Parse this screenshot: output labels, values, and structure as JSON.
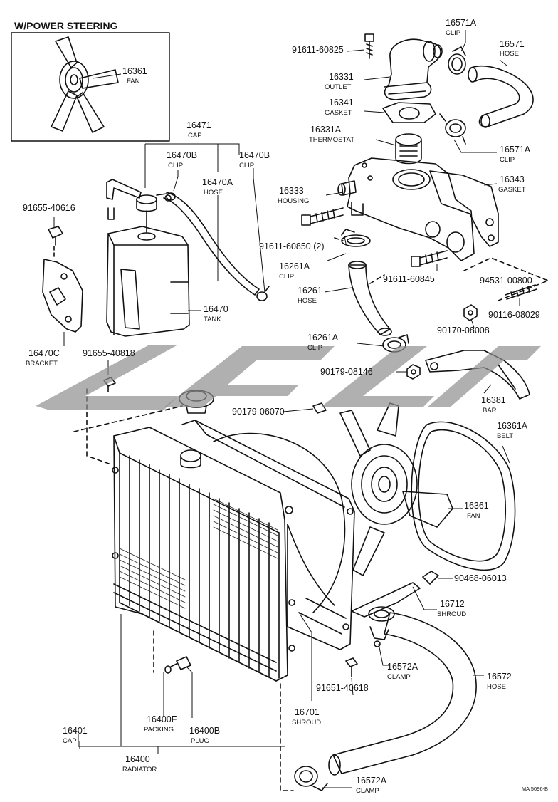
{
  "inset": {
    "title": "W/POWER STEERING"
  },
  "parts": [
    {
      "id": "p16361-inset",
      "number": "16361",
      "name": "FAN"
    },
    {
      "id": "p16571A-top",
      "number": "16571A",
      "name": "CLIP"
    },
    {
      "id": "p91611-60825",
      "number": "91611-60825",
      "name": ""
    },
    {
      "id": "p16571",
      "number": "16571",
      "name": "HOSE"
    },
    {
      "id": "p16331",
      "number": "16331",
      "name": "OUTLET"
    },
    {
      "id": "p16341",
      "number": "16341",
      "name": "GASKET"
    },
    {
      "id": "p16331A",
      "number": "16331A",
      "name": "THERMOSTAT"
    },
    {
      "id": "p16571A-bot",
      "number": "16571A",
      "name": "CLIP"
    },
    {
      "id": "p16471",
      "number": "16471",
      "name": "CAP"
    },
    {
      "id": "p16470B-l",
      "number": "16470B",
      "name": "CLIP"
    },
    {
      "id": "p16470B-r",
      "number": "16470B",
      "name": "CLIP"
    },
    {
      "id": "p16470A",
      "number": "16470A",
      "name": "HOSE"
    },
    {
      "id": "p16343",
      "number": "16343",
      "name": "GASKET"
    },
    {
      "id": "p16333",
      "number": "16333",
      "name": "HOUSING"
    },
    {
      "id": "p91655-40616",
      "number": "91655-40616",
      "name": ""
    },
    {
      "id": "p91611-60850",
      "number": "91611-60850 (2)",
      "name": ""
    },
    {
      "id": "p16261A-top",
      "number": "16261A",
      "name": "CLIP"
    },
    {
      "id": "p91611-60845",
      "number": "91611-60845",
      "name": ""
    },
    {
      "id": "p94531-00800",
      "number": "94531-00800",
      "name": ""
    },
    {
      "id": "p16261",
      "number": "16261",
      "name": "HOSE"
    },
    {
      "id": "p16470",
      "number": "16470",
      "name": "TANK"
    },
    {
      "id": "p90116-08029",
      "number": "90116-08029",
      "name": ""
    },
    {
      "id": "p90170-08008",
      "number": "90170-08008",
      "name": ""
    },
    {
      "id": "p16261A-bot",
      "number": "16261A",
      "name": "CLIP"
    },
    {
      "id": "p16470C",
      "number": "16470C",
      "name": "BRACKET"
    },
    {
      "id": "p91655-40818",
      "number": "91655-40818",
      "name": ""
    },
    {
      "id": "p90179-08146",
      "number": "90179-08146",
      "name": ""
    },
    {
      "id": "p16381",
      "number": "16381",
      "name": "BAR"
    },
    {
      "id": "p90179-06070",
      "number": "90179-06070",
      "name": ""
    },
    {
      "id": "p16361A",
      "number": "16361A",
      "name": "BELT"
    },
    {
      "id": "p16361",
      "number": "16361",
      "name": "FAN"
    },
    {
      "id": "p90468-06013",
      "number": "90468-06013",
      "name": ""
    },
    {
      "id": "p16712",
      "number": "16712",
      "name": "SHROUD"
    },
    {
      "id": "p16572A-mid",
      "number": "16572A",
      "name": "CLAMP"
    },
    {
      "id": "p16572",
      "number": "16572",
      "name": "HOSE"
    },
    {
      "id": "p91651-40618",
      "number": "91651-40618",
      "name": ""
    },
    {
      "id": "p16701",
      "number": "16701",
      "name": "SHROUD"
    },
    {
      "id": "p16400F",
      "number": "16400F",
      "name": "PACKING"
    },
    {
      "id": "p16400B",
      "number": "16400B",
      "name": "PLUG"
    },
    {
      "id": "p16401",
      "number": "16401",
      "name": "CAP"
    },
    {
      "id": "p16400",
      "number": "16400",
      "name": "RADIATOR"
    },
    {
      "id": "p16572A-bot",
      "number": "16572A",
      "name": "CLAMP"
    }
  ],
  "reference": "MA 5096-B"
}
